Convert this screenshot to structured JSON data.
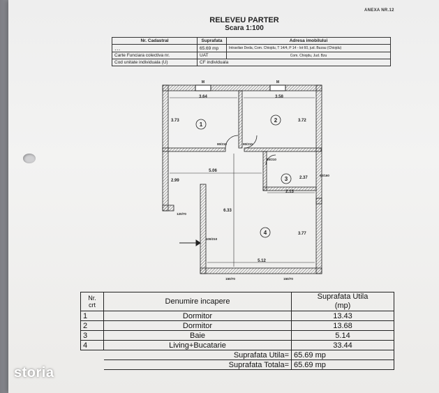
{
  "annex": "ANEXA NR.12",
  "title": {
    "line1": "RELEVEU PARTER",
    "line2": "Scara 1:100"
  },
  "registry": {
    "headers": [
      "Nr. Cadastral",
      "Suprafata",
      "Adresa imobilului"
    ],
    "row1": {
      "cadastral": "…",
      "suprafata": "65.69 mp",
      "adresa": "Intravilan Deda, Com. Chiojdu, T 14/4, P 14 - lot 60, jud. Buzau (Chiojdu)"
    },
    "row2": {
      "label": "Carte Funciara colectiva nr.",
      "value": "",
      "uat_label": "UAT",
      "uat_value": "Com. Chiojdu, Jud. Bzu"
    },
    "row3": {
      "label": "Cod unitate individuala (U)",
      "value": "",
      "cf_label": "CF individuala",
      "cf_value": ""
    }
  },
  "plan": {
    "rooms": [
      "1",
      "2",
      "3",
      "4"
    ],
    "dimensions": {
      "d364": "3.64",
      "d358": "3.58",
      "d373": "3.73",
      "d372": "3.72",
      "d506": "5.06",
      "d299": "2.99",
      "d633": "6.33",
      "d237": "2.37",
      "d213": "2.13",
      "d377": "3.77",
      "d512": "5.12"
    },
    "openings": {
      "w_top_left": "M",
      "w_top_right": "M",
      "door_1": "80/210",
      "door_2": "80/210",
      "door_3": "80/210",
      "win_right": "60/160",
      "win_left": "120/70",
      "entry": "100/210",
      "win_bottom_left": "150/70",
      "win_bottom_right": "150/70"
    }
  },
  "rooms_table": {
    "headers": {
      "nr": "Nr.",
      "crt": "crt",
      "name": "Denumire incapere",
      "area": "Suprafata Utila",
      "unit": "(mp)"
    },
    "rows": [
      {
        "nr": "1",
        "name": "Dormitor",
        "area": "13.43"
      },
      {
        "nr": "2",
        "name": "Dormitor",
        "area": "13.68"
      },
      {
        "nr": "3",
        "name": "Baie",
        "area": "5.14"
      },
      {
        "nr": "4",
        "name": "Living+Bucatarie",
        "area": "33.44"
      }
    ],
    "total_useful_label": "Suprafata Utila=",
    "total_useful_value": "65.69 mp",
    "total_label": "Suprafata Totala=",
    "total_value": "65.69 mp"
  },
  "watermark": "storia"
}
